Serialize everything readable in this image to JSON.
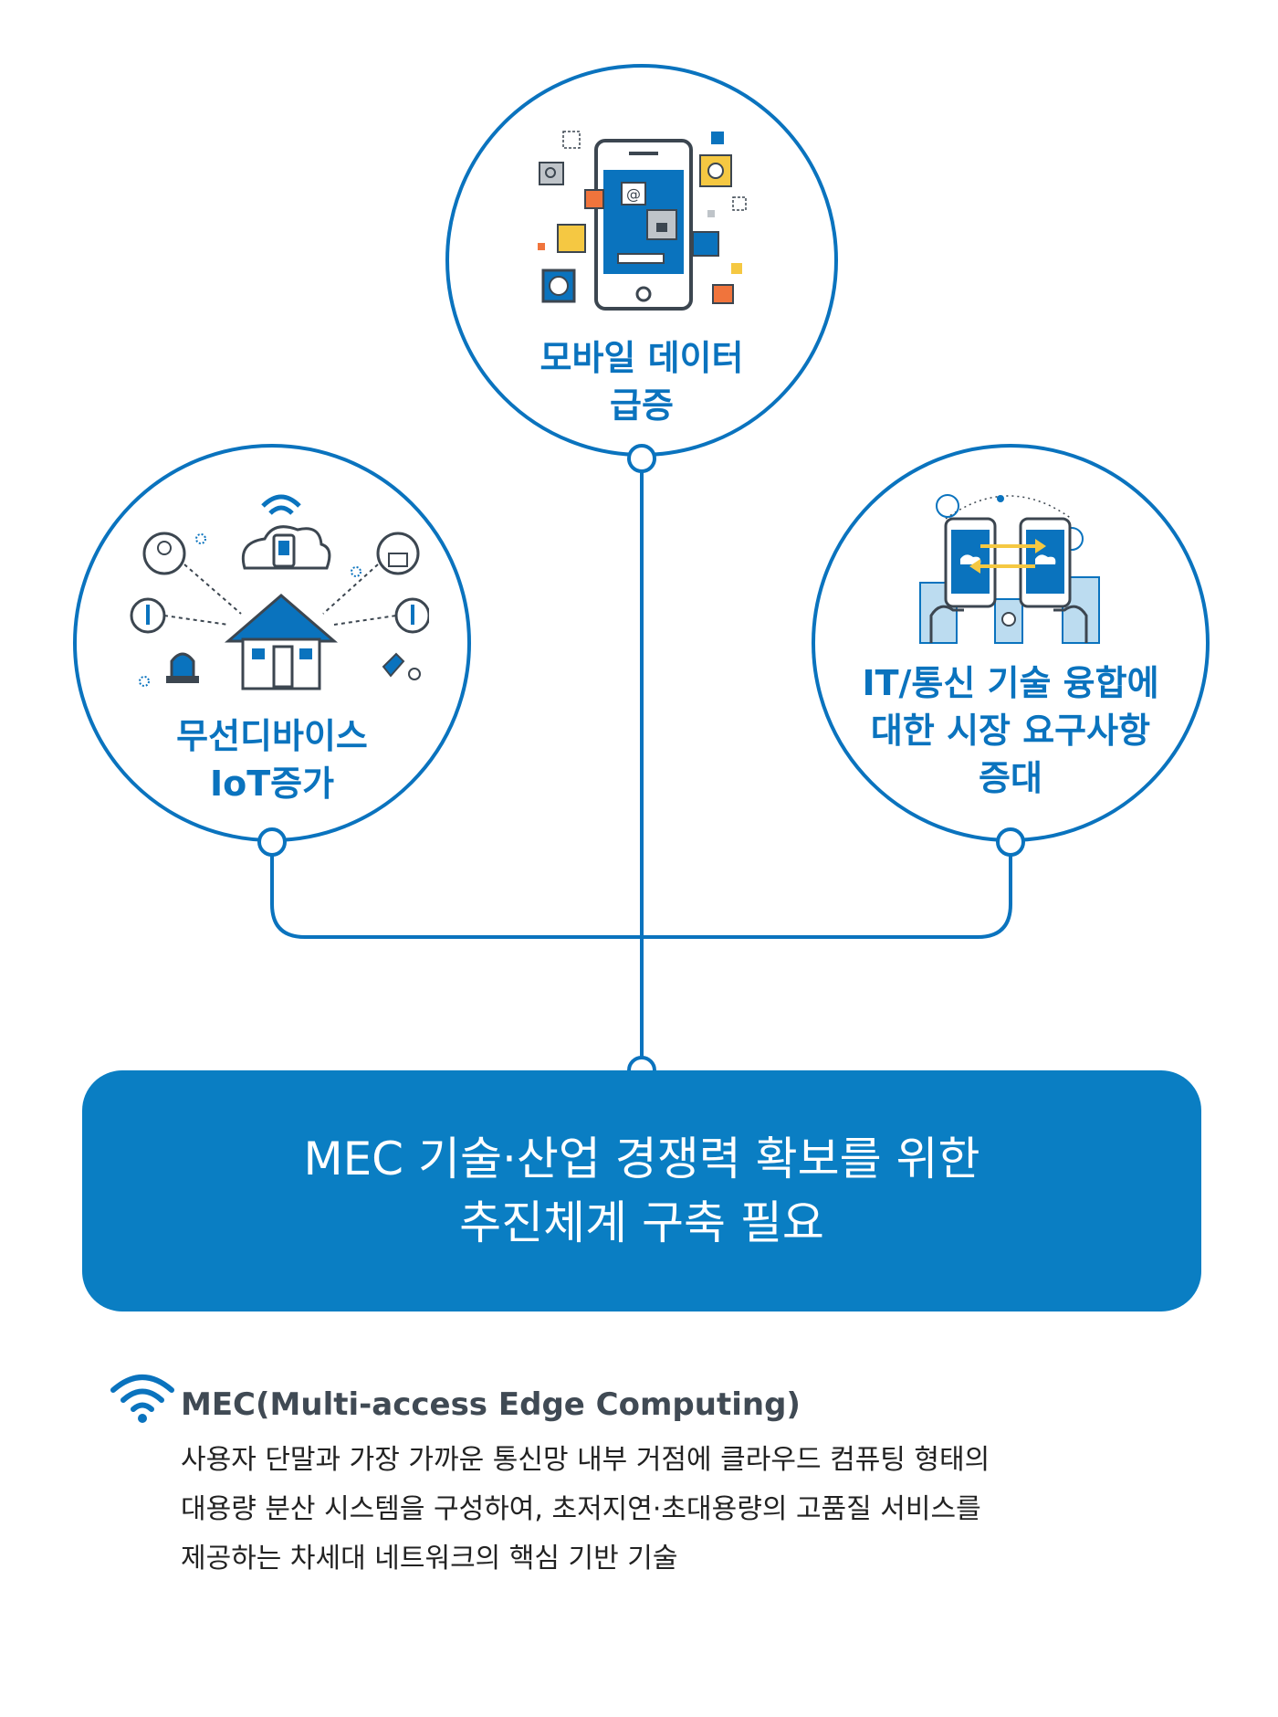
{
  "nodes": {
    "mobile": {
      "label": "모바일 데이터\n급증"
    },
    "iot": {
      "label": "무선디바이스\nIoT증가"
    },
    "convergence": {
      "label": "IT/통신 기술 융합에\n대한 시장 요구사항\n증대"
    }
  },
  "goal": {
    "label": "MEC 기술·산업 경쟁력 확보를 위한\n추진체계 구축 필요"
  },
  "definition": {
    "title": "MEC(Multi-access Edge Computing)",
    "body": "사용자 단말과 가장 가까운 통신망 내부 거점에 클라우드 컴퓨팅 형태의\n대용량 분산 시스템을 구성하여, 초저지연·초대용량의 고품질 서비스를\n제공하는 차세대 네트워크의 핵심 기반 기술"
  },
  "colors": {
    "primary": "#0a73be",
    "goal_fill": "#0a7ec3",
    "accent_orange": "#f0743c",
    "accent_yellow": "#f5c842",
    "text_dark": "#404a54"
  },
  "icons": {
    "mobile": "smartphone-apps-icon",
    "iot": "smart-home-iot-icon",
    "convergence": "phones-data-exchange-icon",
    "bullet": "wifi-icon"
  }
}
